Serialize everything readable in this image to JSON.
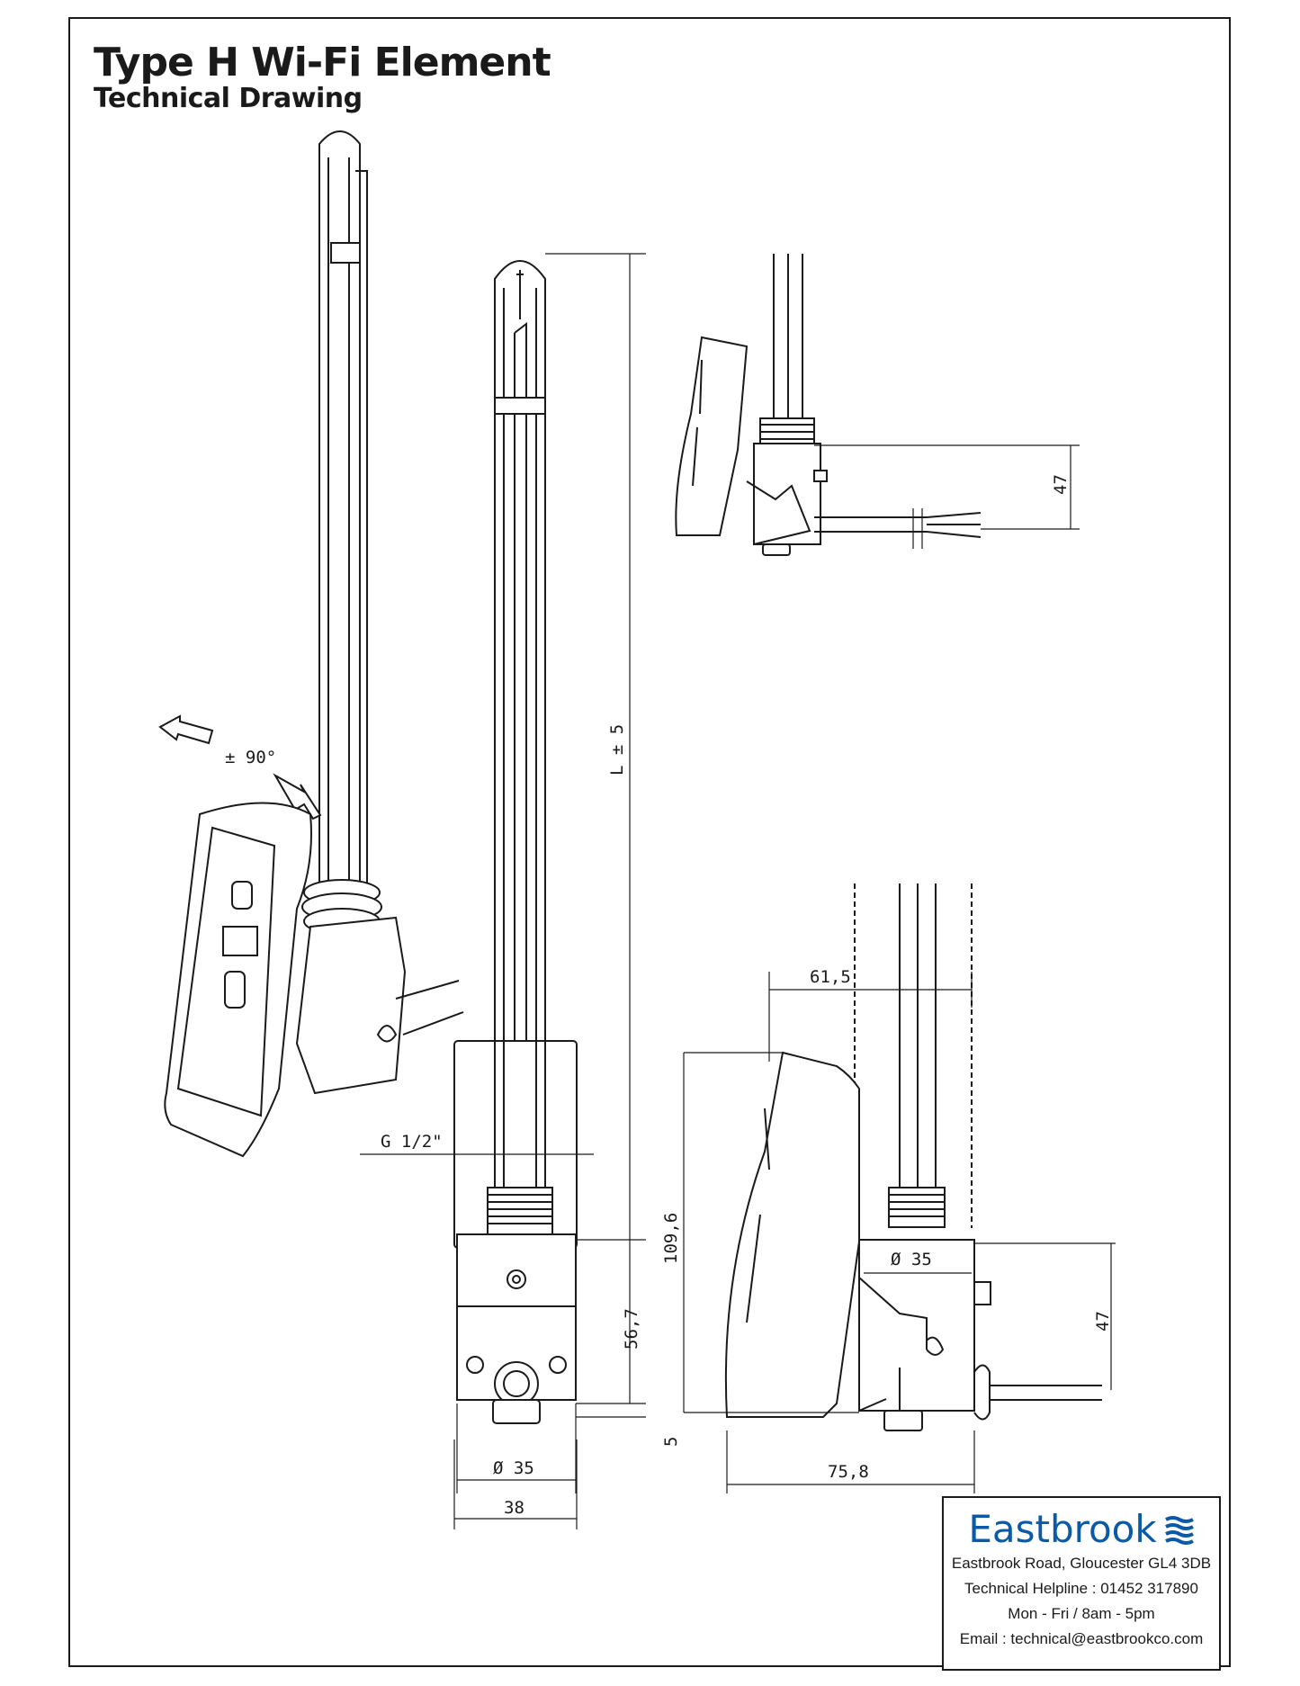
{
  "header": {
    "title": "Type H Wi-Fi Element",
    "subtitle": "Technical Drawing"
  },
  "dimensions": {
    "rotation": "± 90°",
    "length": "L ± 5",
    "thread": "G 1/2\"",
    "height_body": "109,6",
    "lower_body": "56,7",
    "bottom_offset": "5",
    "diameter_front": "Ø 35",
    "width_front": "38",
    "depth_top": "61,5",
    "diameter_side": "Ø 35",
    "depth_total": "75,8",
    "cable_height_top": "47",
    "cable_height_side": "47"
  },
  "company": {
    "name": "Eastbrook",
    "address": "Eastbrook Road, Gloucester GL4 3DB",
    "helpline": "Technical Helpline : 01452 317890",
    "hours": "Mon - Fri / 8am - 5pm",
    "email": "Email : technical@eastbrookco.com",
    "brand_color": "#0a5aa7",
    "logo_icon": "waves-icon"
  }
}
